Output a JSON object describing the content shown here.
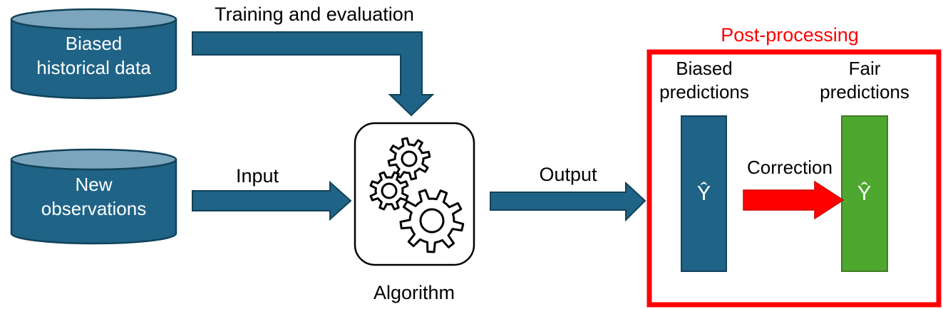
{
  "diagram": {
    "biased_data": {
      "line1": "Biased",
      "line2": "historical data"
    },
    "new_observations": {
      "line1": "New",
      "line2": "observations"
    },
    "training_arrow": {
      "label": "Training and evaluation"
    },
    "input_arrow": {
      "label": "Input"
    },
    "output_arrow": {
      "label": "Output"
    },
    "algorithm": {
      "label": "Algorithm",
      "icon": "gears-icon"
    },
    "post_processing": {
      "title": "Post-processing",
      "biased_predictions": {
        "line1": "Biased",
        "line2": "predictions",
        "symbol": "Ŷ"
      },
      "correction": {
        "label": "Correction"
      },
      "fair_predictions": {
        "line1": "Fair",
        "line2": "predictions",
        "symbol": "Ŷ"
      }
    },
    "colors": {
      "teal": "#1F6386",
      "teal_outline": "#12425A",
      "cylinder_top": "#7AA5BD",
      "green": "#4EA72E",
      "green_outline": "#3F7D23",
      "red": "#FF0000",
      "text": "#000000",
      "symbol_text": "#FFFFFF"
    }
  }
}
